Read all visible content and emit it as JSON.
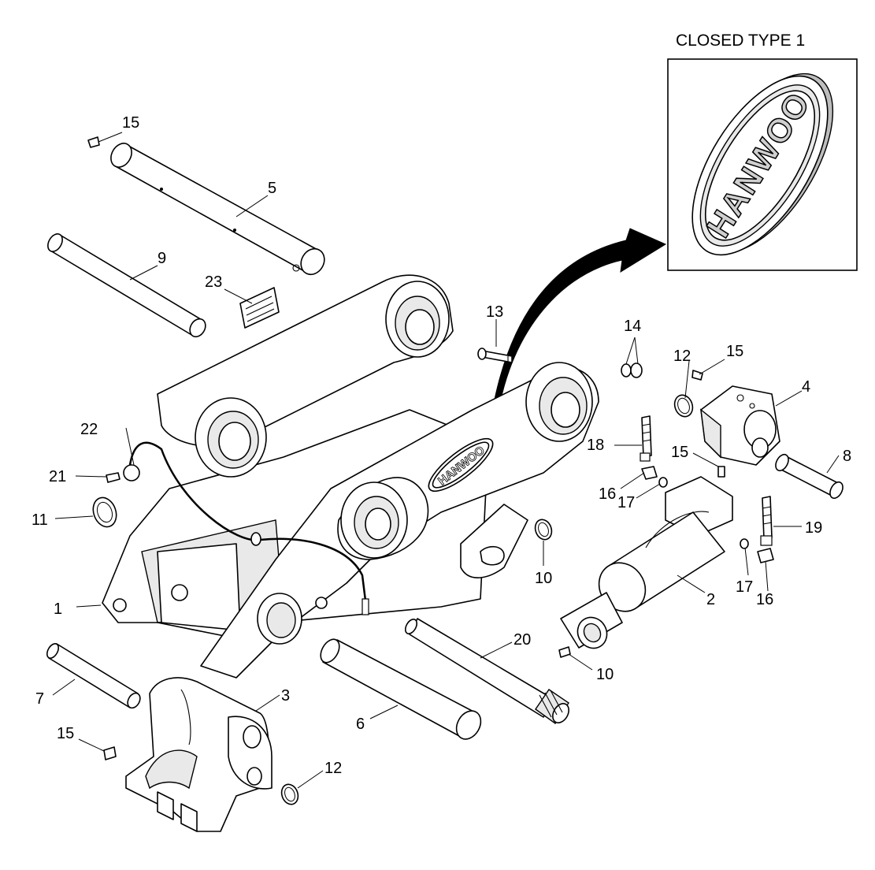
{
  "inset": {
    "title": "CLOSED TYPE 1",
    "logo_text": "HANWOO"
  },
  "arm_logo_text": "HANWOO",
  "callouts": [
    "1",
    "2",
    "3",
    "4",
    "5",
    "6",
    "7",
    "8",
    "9",
    "10",
    "10",
    "11",
    "12",
    "12",
    "13",
    "14",
    "15",
    "15",
    "15",
    "15",
    "16",
    "16",
    "17",
    "17",
    "18",
    "19",
    "20",
    "21",
    "22",
    "23"
  ]
}
